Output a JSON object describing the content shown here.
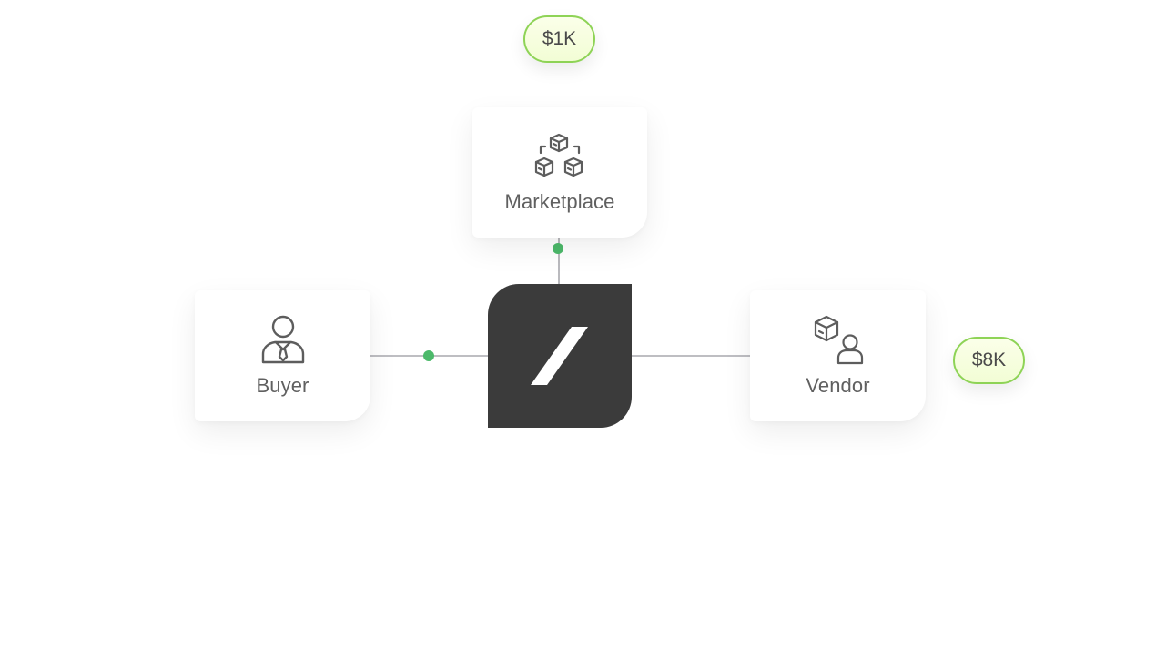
{
  "nodes": {
    "marketplace": {
      "label": "Marketplace",
      "icon": "boxes-icon"
    },
    "buyer": {
      "label": "Buyer",
      "icon": "businessman-icon"
    },
    "vendor": {
      "label": "Vendor",
      "icon": "box-person-icon"
    },
    "hub": {
      "icon": "slash-logo-icon"
    }
  },
  "badges": {
    "marketplace_amount": "$1K",
    "vendor_amount": "$8K"
  },
  "colors": {
    "hub": "#3b3b3b",
    "connector_dot": "#4cb96a",
    "badge_border": "#8ed356",
    "badge_fill": "#f6fedf",
    "label_text": "#606060"
  }
}
